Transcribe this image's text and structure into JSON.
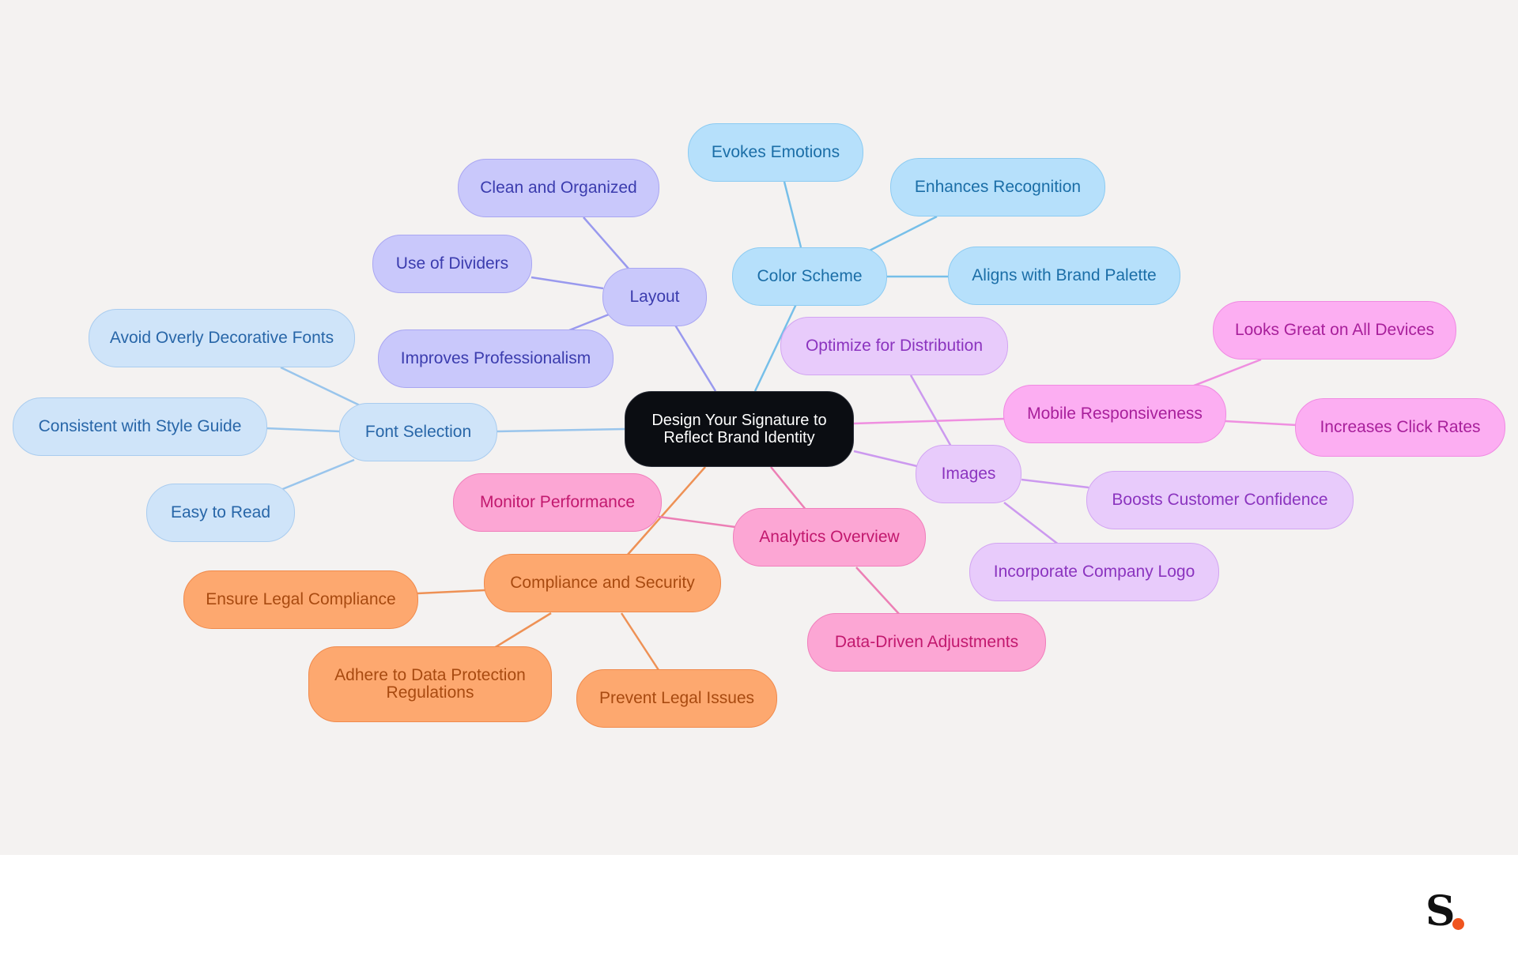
{
  "diagram": {
    "root": "Design Your Signature to Reflect Brand Identity",
    "branches": [
      {
        "id": "layout",
        "label": "Layout",
        "color": "#9999ee",
        "children": [
          "Clean and Organized",
          "Use of Dividers",
          "Improves Professionalism"
        ]
      },
      {
        "id": "color-scheme",
        "label": "Color Scheme",
        "color": "#76bfe9",
        "children": [
          "Evokes Emotions",
          "Enhances Recognition",
          "Aligns with Brand Palette"
        ]
      },
      {
        "id": "font-selection",
        "label": "Font Selection",
        "color": "#99c5ec",
        "children": [
          "Avoid Overly Decorative Fonts",
          "Consistent with Style Guide",
          "Easy to Read"
        ]
      },
      {
        "id": "images",
        "label": "Images",
        "color": "#cc99ef",
        "children": [
          "Optimize for Distribution",
          "Boosts Customer Confidence",
          "Incorporate Company Logo"
        ]
      },
      {
        "id": "mobile",
        "label": "Mobile Responsiveness",
        "color": "#ef8fe0",
        "children": [
          "Looks Great on All Devices",
          "Increases Click Rates"
        ]
      },
      {
        "id": "analytics",
        "label": "Analytics Overview",
        "color": "#ec7fb5",
        "children": [
          "Monitor Performance",
          "Data-Driven Adjustments"
        ]
      },
      {
        "id": "compliance",
        "label": "Compliance and Security",
        "color": "#ee9155",
        "children": [
          "Ensure Legal Compliance",
          "Adhere to Data Protection Regulations",
          "Prevent Legal Issues"
        ]
      }
    ]
  }
}
